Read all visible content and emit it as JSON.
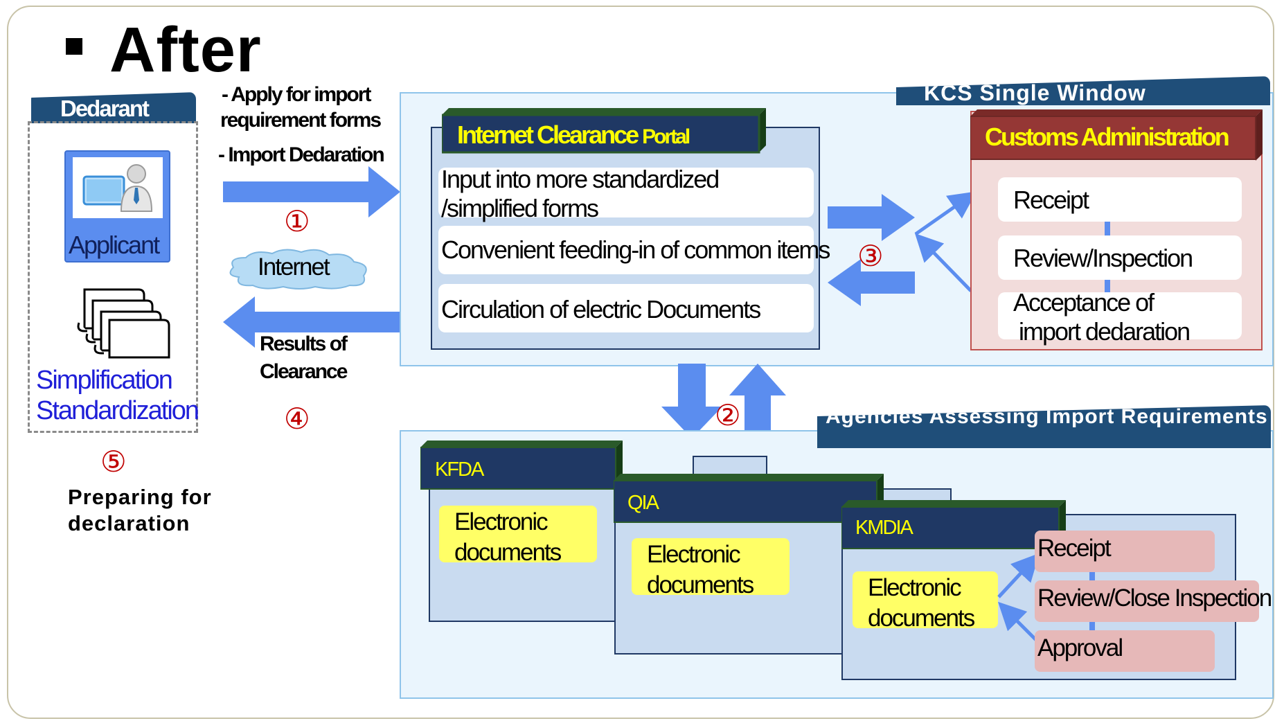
{
  "title": "After",
  "declarant": {
    "tab_label": "Dedarant",
    "applicant_label": "Applicant",
    "simplification_label": "Simplification",
    "standardization_label": "Standardization"
  },
  "step5": {
    "number": "⑤",
    "label_line1": "Preparing for",
    "label_line2": "declaration"
  },
  "submit": {
    "line1": "- Apply for import",
    "line2": "requirement forms",
    "line3": "- Import Dedaration",
    "number": "①"
  },
  "internet_label": "Internet",
  "results": {
    "line1": "Results of",
    "line2": "Clearance",
    "number": "④"
  },
  "kcs": {
    "tab_label": "KCS Single Window",
    "portal": {
      "title_main": "Internet Clearance",
      "title_suffix": "Portal",
      "row1_line1": "Input into more standardized",
      "row1_line2": "/simplified forms",
      "row2": "Convenient feeding-in of common items",
      "row3": "Circulation of electric Documents"
    },
    "step3_number": "③",
    "customs": {
      "title": "Customs Administration",
      "item1": "Receipt",
      "item2": "Review/Inspection",
      "item3_line1": "Acceptance of",
      "item3_line2": "import dedaration"
    }
  },
  "step2_number": "②",
  "agencies": {
    "tab_label": "Agencies Assessing Import Requirements",
    "kfda": {
      "name": "KFDA",
      "doc_line1": "Electronic",
      "doc_line2": "documents"
    },
    "qia": {
      "name": "QIA",
      "doc_line1": "Electronic",
      "doc_line2": "documents"
    },
    "kmdia": {
      "name": "KMDIA",
      "doc_line1": "Electronic",
      "doc_line2": "documents",
      "step1": "Receipt",
      "step2": "Review/Close Inspection",
      "step3": "Approval"
    }
  },
  "colors": {
    "arrow_blue": "#5b8def",
    "tab_navy": "#1f4e79",
    "customs_red": "#953735",
    "portal_title_yellow": "#ffff00",
    "step_number_red": "#c00000",
    "highlight_yellow": "#ffff66",
    "pink": "#e6b8b8"
  }
}
